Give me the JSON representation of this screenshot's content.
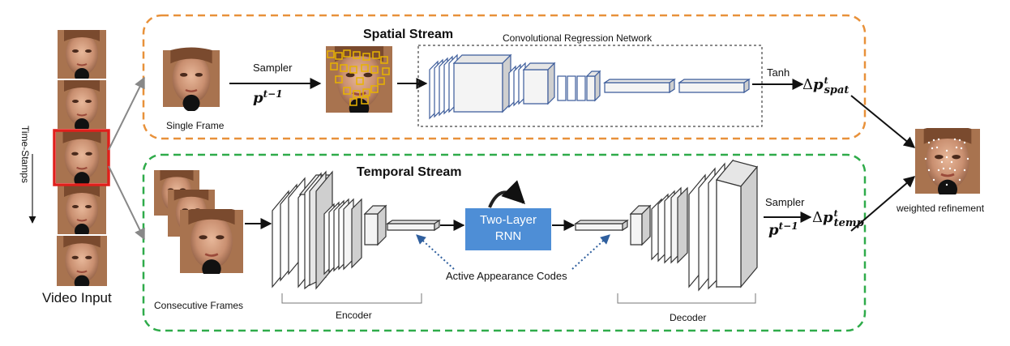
{
  "labels": {
    "spatial_stream": "Spatial Stream",
    "temporal_stream": "Temporal Stream",
    "conv_regression_network": "Convolutional Regression Network",
    "sampler_top": "Sampler",
    "sampler_bottom": "Sampler",
    "p_top": "p",
    "p_top_sup": "t−1",
    "p_bottom": "p",
    "p_bottom_sup": "t−1",
    "tanh": "Tanh",
    "delta_spat": "Δp",
    "delta_spat_sup": "t",
    "delta_spat_sub": "spat",
    "delta_temp": "Δp",
    "delta_temp_sup": "t",
    "delta_temp_sub": "temp",
    "single_frame": "Single Frame",
    "time_stamps": "Time-Stamps",
    "video_input": "Video Input",
    "consecutive_frames": "Consecutive Frames",
    "encoder": "Encoder",
    "decoder": "Decoder",
    "rnn_line1": "Two-Layer",
    "rnn_line2": "RNN",
    "active_appearance_codes": "Active Appearance Codes",
    "weighted_refinement": "weighted refinement"
  },
  "colors": {
    "spatial_border": "#e8913a",
    "temporal_border": "#2fab4a",
    "rnn_fill": "#4e8ed6",
    "frame_highlight": "#e0201c",
    "face_skin": "#d9a487",
    "layer_edge": "#3b5b9a",
    "landmark_box": "#e8b300",
    "dotted_arrow": "#2f5f9e"
  }
}
